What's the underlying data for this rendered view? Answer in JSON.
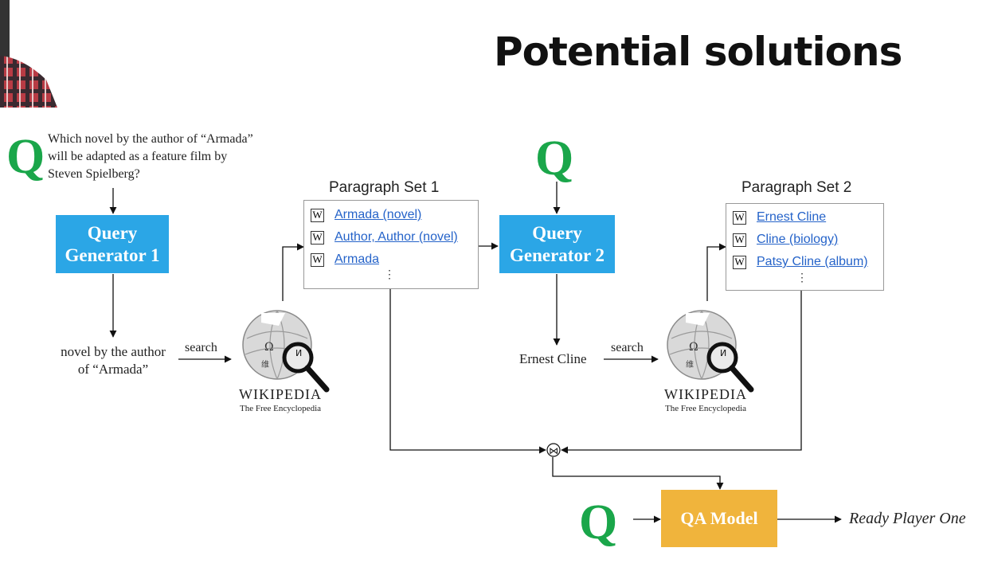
{
  "title": "Potential solutions",
  "question_mark": "Q",
  "question": "Which novel by the author of “Armada” will be adapted as a feature film by Steven Spielberg?",
  "query_generator_1": {
    "line1": "Query",
    "line2": "Generator 1"
  },
  "query_generator_2": {
    "line1": "Query",
    "line2": "Generator 2"
  },
  "query1_output": {
    "line1": "novel by the author",
    "line2": "of “Armada”"
  },
  "query2_output": "Ernest Cline",
  "search_label": "search",
  "wiki_icon_letter": "W",
  "wikipedia": {
    "name": "WIKIPEDIA",
    "tagline": "The Free Encyclopedia"
  },
  "paragraph_set_1": {
    "title": "Paragraph Set 1",
    "items": [
      "Armada (novel)",
      "Author, Author (novel)",
      "Armada"
    ],
    "more": "⋮"
  },
  "paragraph_set_2": {
    "title": "Paragraph Set 2",
    "items": [
      "Ernest Cline",
      "Cline (biology)",
      "Patsy Cline (album)"
    ],
    "more": "⋮"
  },
  "join_symbol": "⋈",
  "qa_model": "QA Model",
  "answer": "Ready Player One",
  "colors": {
    "query_generator": "#2ba6e6",
    "qa_model": "#f0b43c",
    "q_mark": "#1aa64a",
    "link": "#2563c9"
  }
}
